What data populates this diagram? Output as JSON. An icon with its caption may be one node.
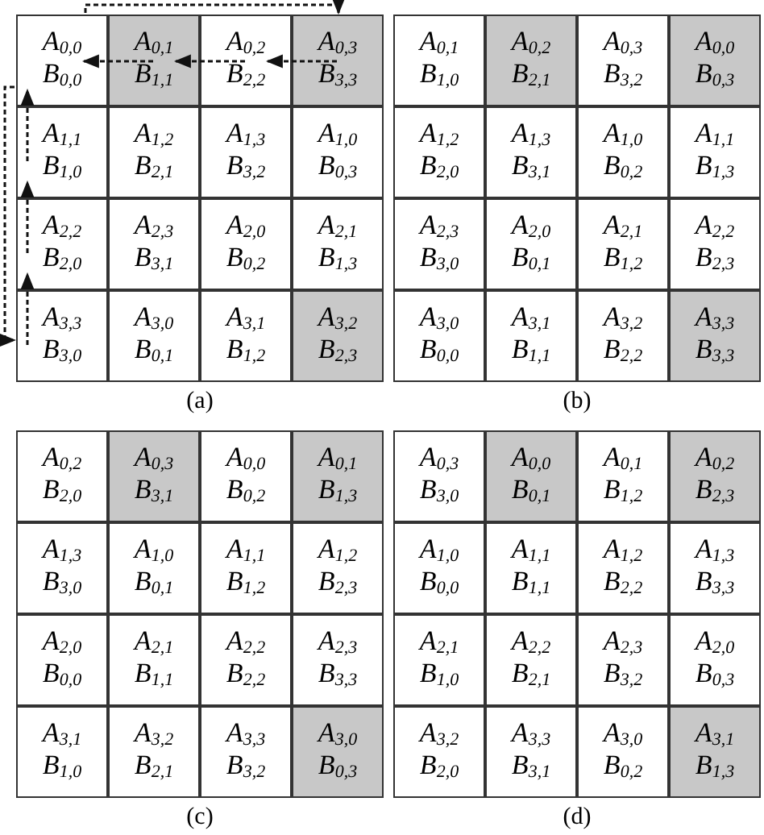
{
  "diagram": {
    "nodes": [
      {
        "text": [
          "(a)"
        ]
      },
      {
        "text": [
          "A$_{0,0}$",
          "B$_{0,0}$"
        ],
        "in": 0
      },
      {
        "text": [
          "A$_{0,1}$",
          "B$_{1,1}$"
        ],
        "in": 0
      },
      {
        "text": [
          "A$_{0,2}$",
          "B$_{2,2}$"
        ],
        "in": 0
      },
      {
        "text": [
          "A$_{0,3}$",
          "B$_{3,3}$"
        ],
        "in": 0
      },
      {
        "text": [
          "A$_{1,1}$",
          "B$_{1,0}$"
        ],
        "in": 0
      },
      {
        "text": [
          "A$_{1,2}$",
          "B$_{2,1}$"
        ],
        "in": 0
      },
      {
        "text": [
          "A$_{1,3}$",
          "B$_{3,2}$"
        ],
        "in": 0
      },
      {
        "text": [
          "A$_{1,0}$",
          "B$_{0,3}$"
        ],
        "in": 0
      },
      {
        "text": [
          "A$_{2,2}$",
          "B$_{2,0}$"
        ],
        "in": 0
      },
      {
        "text": [
          "A$_{2,3}$",
          "B$_{3,1}$"
        ],
        "in": 0
      },
      {
        "text": [
          "A$_{2,0}$",
          "B$_{0,2}$"
        ],
        "in": 0
      },
      {
        "text": [
          "A$_{2,1}$",
          "B$_{1,3}$"
        ],
        "in": 0
      },
      {
        "text": [
          "A$_{3,3}$",
          "B$_{3,0}$"
        ],
        "in": 0
      },
      {
        "text": [
          "A$_{3,0}$",
          "B$_{0,1}$"
        ],
        "in": 0
      },
      {
        "text": [
          "A$_{3,1}$",
          "B$_{1,2}$"
        ],
        "in": 0
      },
      {
        "text": [
          "A$_{3,2}$",
          "B$_{2,3}$"
        ],
        "in": 0
      },
      {
        "text": [
          "(b)"
        ]
      },
      {
        "text": [
          "A$_{0,1}$",
          "B$_{1,0}$"
        ],
        "in": 17
      },
      {
        "text": [
          "A$_{0,2}$",
          "B$_{2,1}$"
        ],
        "in": 17
      },
      {
        "text": [
          "A$_{0,3}$",
          "B$_{3,2}$"
        ],
        "in": 17
      },
      {
        "text": [
          "A$_{0,0}$",
          "B$_{0,3}$"
        ],
        "in": 17
      },
      {
        "text": [
          "A$_{1,2}$",
          "B$_{2,0}$"
        ],
        "in": 17
      },
      {
        "text": [
          "A$_{1,3}$",
          "B$_{3,1}$"
        ],
        "in": 17
      },
      {
        "text": [
          "A$_{1,0}$",
          "B$_{0,2}$"
        ],
        "in": 17
      },
      {
        "text": [
          "A$_{1,1}$",
          "B$_{1,3}$"
        ],
        "in": 17
      },
      {
        "text": [
          "A$_{2,3}$",
          "B$_{3,0}$"
        ],
        "in": 17
      },
      {
        "text": [
          "A$_{2,0}$",
          "B$_{0,1}$"
        ],
        "in": 17
      },
      {
        "text": [
          "A$_{2,1}$",
          "B$_{1,2}$"
        ],
        "in": 17
      },
      {
        "text": [
          "A$_{2,2}$",
          "B$_{2,3}$"
        ],
        "in": 17
      },
      {
        "text": [
          "A$_{3,0}$",
          "B$_{0,0}$"
        ],
        "in": 17
      },
      {
        "text": [
          "A$_{3,1}$",
          "B$_{1,1}$"
        ],
        "in": 17
      },
      {
        "text": [
          "A$_{3,2}$",
          "B$_{2,2}$"
        ],
        "in": 17
      },
      {
        "text": [
          "A$_{3,3}$",
          "B$_{3,3}$"
        ],
        "in": 17
      },
      {
        "text": [
          "(c)"
        ]
      },
      {
        "text": [
          "A$_{0,2}$",
          "B$_{2,0}$"
        ],
        "in": 34
      },
      {
        "text": [
          "A$_{0,3}$",
          "B$_{3,1}$"
        ],
        "in": 34
      },
      {
        "text": [
          "A$_{0,0}$",
          "B$_{0,2}$"
        ],
        "in": 34
      },
      {
        "text": [
          "A$_{0,1}$",
          "B$_{1,3}$"
        ],
        "in": 34
      },
      {
        "text": [
          "A$_{1,3}$",
          "B$_{3,0}$"
        ],
        "in": 34
      },
      {
        "text": [
          "A$_{1,0}$",
          "B$_{0,1}$"
        ],
        "in": 34
      },
      {
        "text": [
          "A$_{1,1}$",
          "B$_{1,2}$"
        ],
        "in": 34
      },
      {
        "text": [
          "A$_{1,2}$",
          "B$_{2,3}$"
        ],
        "in": 34
      },
      {
        "text": [
          "A$_{2,0}$",
          "B$_{0,0}$"
        ],
        "in": 34
      },
      {
        "text": [
          "A$_{2,1}$",
          "B$_{1,1}$"
        ],
        "in": 34
      },
      {
        "text": [
          "A$_{2,2}$",
          "B$_{2,2}$"
        ],
        "in": 34
      },
      {
        "text": [
          "A$_{2,3}$",
          "B$_{3,3}$"
        ],
        "in": 34
      },
      {
        "text": [
          "A$_{3,1}$",
          "B$_{1,0}$"
        ],
        "in": 34
      },
      {
        "text": [
          "A$_{3,2}$",
          "B$_{2,1}$"
        ],
        "in": 34
      },
      {
        "text": [
          "A$_{3,3}$",
          "B$_{3,2}$"
        ],
        "in": 34
      },
      {
        "text": [
          "A$_{3,0}$",
          "B$_{0,3}$"
        ],
        "in": 34
      },
      {
        "text": [
          "(d)"
        ]
      },
      {
        "text": [
          "A$_{0,3}$",
          "B$_{3,0}$"
        ],
        "in": 51
      },
      {
        "text": [
          "A$_{0,0}$",
          "B$_{0,1}$"
        ],
        "in": 51
      },
      {
        "text": [
          "A$_{0,1}$",
          "B$_{1,2}$"
        ],
        "in": 51
      },
      {
        "text": [
          "A$_{0,2}$",
          "B$_{2,3}$"
        ],
        "in": 51
      },
      {
        "text": [
          "A$_{1,0}$",
          "B$_{0,0}$"
        ],
        "in": 51
      },
      {
        "text": [
          "A$_{1,1}$",
          "B$_{1,1}$"
        ],
        "in": 51
      },
      {
        "text": [
          "A$_{1,2}$",
          "B$_{2,2}$"
        ],
        "in": 51
      },
      {
        "text": [
          "A$_{1,3}$",
          "B$_{3,3}$"
        ],
        "in": 51
      },
      {
        "text": [
          "A$_{2,1}$",
          "B$_{1,0}$"
        ],
        "in": 51
      },
      {
        "text": [
          "A$_{2,2}$",
          "B$_{2,1}$"
        ],
        "in": 51
      },
      {
        "text": [
          "A$_{2,3}$",
          "B$_{3,2}$"
        ],
        "in": 51
      },
      {
        "text": [
          "A$_{2,0}$",
          "B$_{0,3}$"
        ],
        "in": 51
      },
      {
        "text": [
          "A$_{3,2}$",
          "B$_{2,0}$"
        ],
        "in": 51
      },
      {
        "text": [
          "A$_{3,3}$",
          "B$_{3,1}$"
        ],
        "in": 51
      },
      {
        "text": [
          "A$_{3,0}$",
          "B$_{0,2}$"
        ],
        "in": 51
      },
      {
        "text": [
          "A$_{3,1}$",
          "B$_{1,3}$"
        ],
        "in": 51
      }
    ],
    "edges": [
      {
        "from": 4,
        "to": 3,
        "arrow": "to",
        "style": "dashed"
      },
      {
        "from": 3,
        "to": 2,
        "arrow": "to",
        "style": "dashed"
      },
      {
        "from": 2,
        "to": 1,
        "arrow": "to",
        "style": "dashed"
      },
      {
        "from": 1,
        "to": 4,
        "arrow": "to",
        "style": "dashed"
      },
      {
        "from": 5,
        "to": 1,
        "arrow": "to",
        "style": "dashed"
      },
      {
        "from": 9,
        "to": 5,
        "arrow": "to",
        "style": "dashed"
      },
      {
        "from": 13,
        "to": 9,
        "arrow": "to",
        "style": "dashed"
      },
      {
        "from": 1,
        "to": 13,
        "arrow": "to",
        "style": "dashed"
      }
    ]
  }
}
